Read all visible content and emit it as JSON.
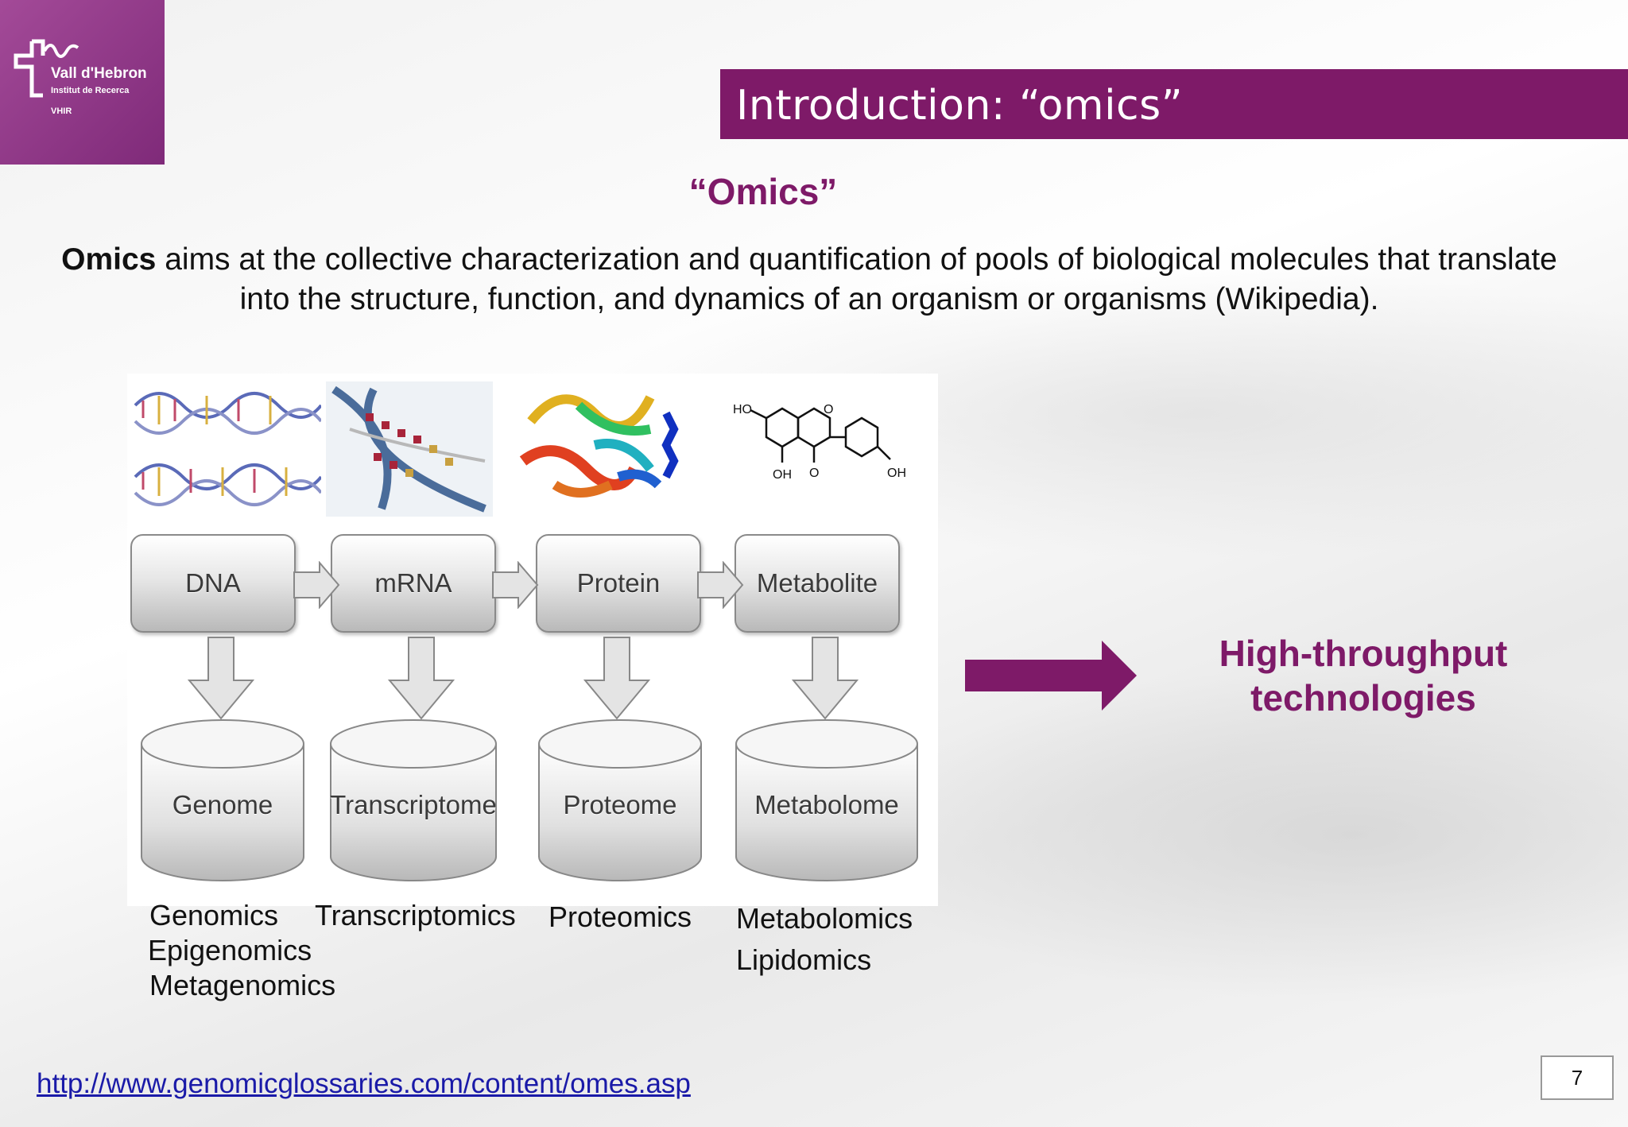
{
  "logo": {
    "line1": "Vall d'Hebron",
    "line2": "Institut de Recerca",
    "line3": "VHIR",
    "color": "#8e3a88"
  },
  "slide": {
    "title": "Introduction: “omics”",
    "subtitle": "“Omics”",
    "definition_term": "Omics",
    "definition_rest": " aims at the collective characterization and quantification of pools of biological molecules that translate into the structure, function, and dynamics of an organism or organisms (Wikipedia).",
    "accent_color": "#7e1a68"
  },
  "diagram": {
    "molecule_labels": {
      "ho": "HO",
      "o": "O",
      "oh1": "OH",
      "oh2": "OH",
      "o2": "O"
    },
    "flow": [
      {
        "molecule": "DNA",
        "store": "Genome"
      },
      {
        "molecule": "mRNA",
        "store": "Transcriptome"
      },
      {
        "molecule": "Protein",
        "store": "Proteome"
      },
      {
        "molecule": "Metabolite",
        "store": "Metabolome"
      }
    ],
    "fields": {
      "genome": [
        "Genomics",
        "Epigenomics",
        "Metagenomics"
      ],
      "transcriptome": [
        "Transcriptomics"
      ],
      "proteome": [
        "Proteomics"
      ],
      "metabolome": [
        "Metabolomics",
        "Lipidomics"
      ]
    }
  },
  "conclusion": {
    "line1": "High-throughput",
    "line2": "technologies"
  },
  "footer": {
    "link": "http://www.genomicglossaries.com/content/omes.asp",
    "page_number": "7"
  }
}
